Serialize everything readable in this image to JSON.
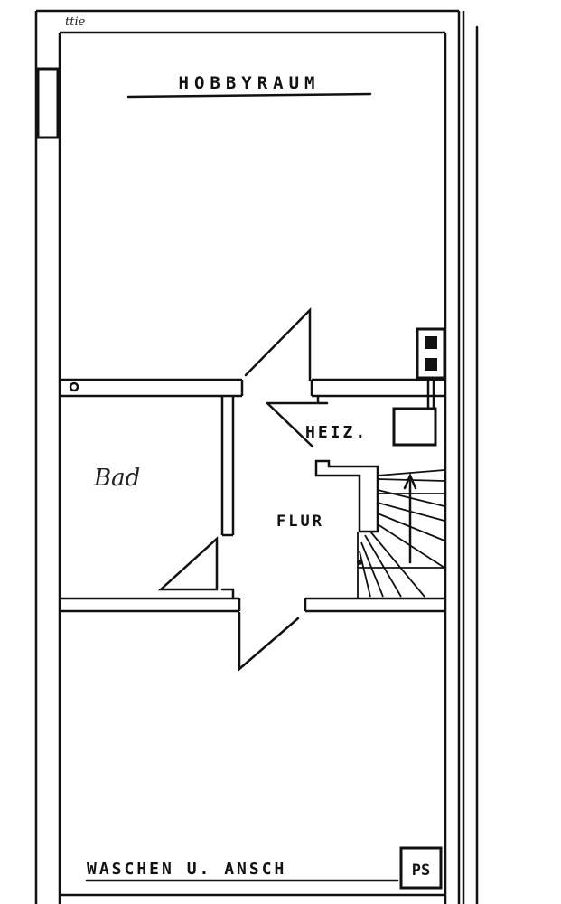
{
  "rooms": {
    "hobbyraum": "HOBBYRAUM",
    "bad": "Bad",
    "heizung": "HEIZ.",
    "flur": "FLUR",
    "waschen": "WASCHEN U. ANSCH",
    "ps": "PS"
  },
  "corner_note": "ttie"
}
